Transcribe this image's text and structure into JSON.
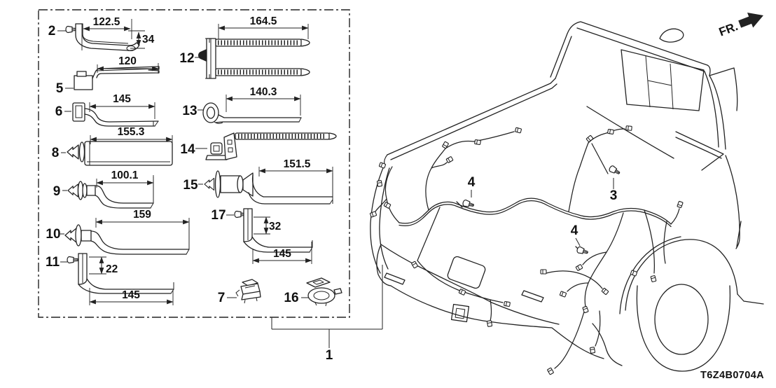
{
  "drawing": {
    "code": "T6Z4B0704A",
    "direction_label": "FR."
  },
  "callouts": {
    "c1": "1",
    "c3": "3",
    "c4": "4"
  },
  "parts": {
    "p2": {
      "ref": "2",
      "width": "122.5",
      "height": "34"
    },
    "p5": {
      "ref": "5",
      "width": "120"
    },
    "p6": {
      "ref": "6",
      "width": "145"
    },
    "p8": {
      "ref": "8",
      "width": "155.3"
    },
    "p9": {
      "ref": "9",
      "width": "100.1"
    },
    "p10": {
      "ref": "10",
      "width": "159"
    },
    "p11": {
      "ref": "11",
      "height": "22",
      "width": "145"
    },
    "p12": {
      "ref": "12",
      "width": "164.5"
    },
    "p13": {
      "ref": "13",
      "width": "140.3"
    },
    "p14": {
      "ref": "14"
    },
    "p15": {
      "ref": "15",
      "width": "151.5"
    },
    "p17": {
      "ref": "17",
      "height": "32",
      "width": "145"
    },
    "p7": {
      "ref": "7"
    },
    "p16": {
      "ref": "16"
    }
  }
}
